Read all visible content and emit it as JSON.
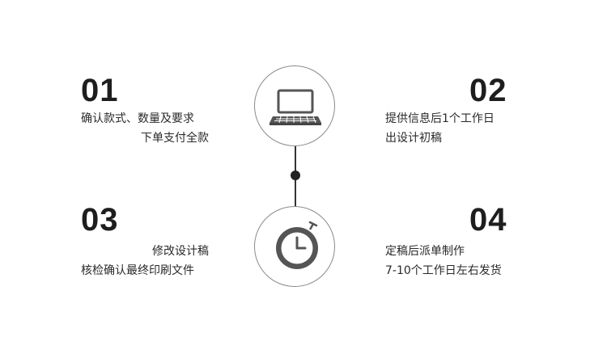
{
  "steps": [
    {
      "number": "01",
      "lines": [
        "确认款式、数量及要求",
        "下单支付全款"
      ]
    },
    {
      "number": "02",
      "lines": [
        "提供信息后1个工作日",
        "出设计初稿"
      ]
    },
    {
      "number": "03",
      "lines": [
        "修改设计稿",
        "核检确认最终印刷文件"
      ]
    },
    {
      "number": "04",
      "lines": [
        "定稿后派单制作",
        "7-10个工作日左右发货"
      ]
    }
  ],
  "icons": {
    "top": "laptop-icon",
    "bottom": "stopwatch-icon"
  },
  "colors": {
    "text": "#2a2a2a",
    "number": "#1e1e1e",
    "circle_border": "#8a8a8a",
    "icon": "#555555"
  }
}
